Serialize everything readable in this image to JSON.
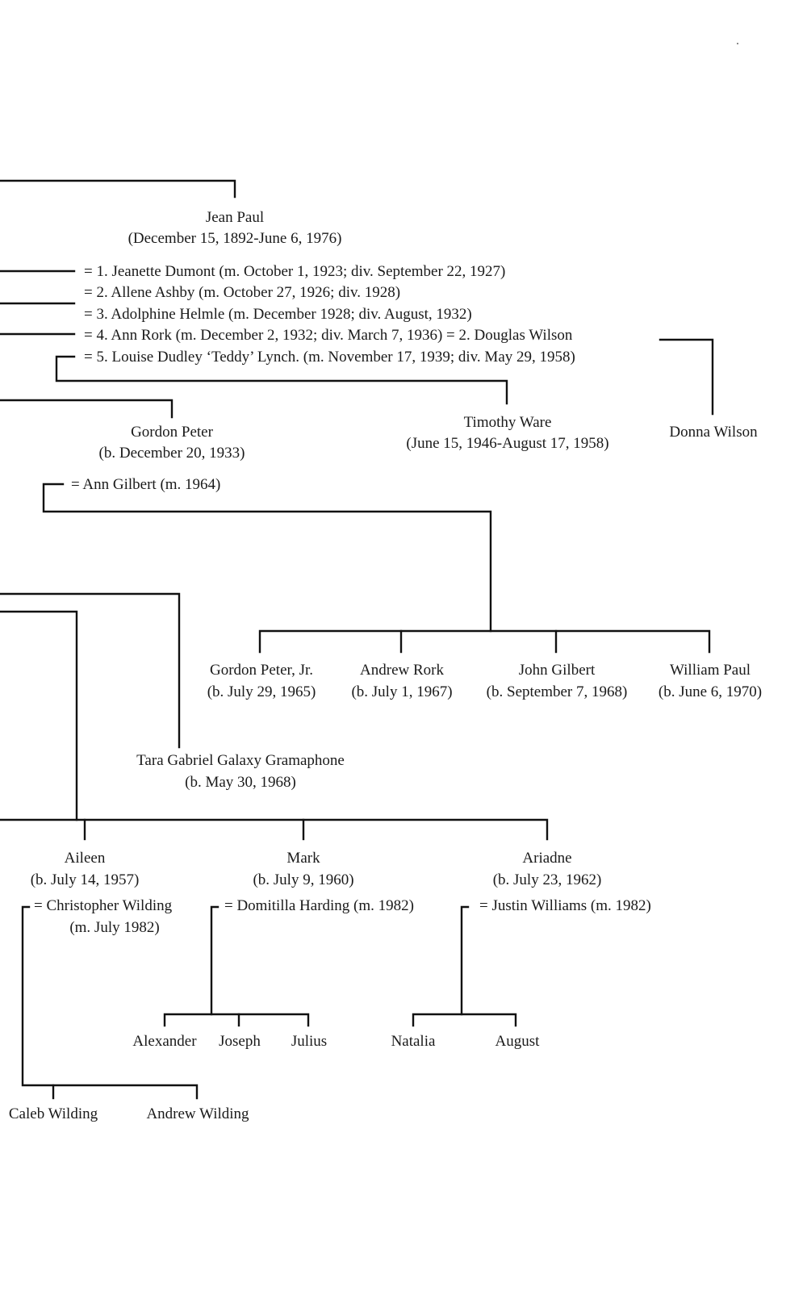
{
  "diagram_title": "",
  "jean_paul": {
    "name": "Jean Paul",
    "dates": "(December 15, 1892-June 6, 1976)",
    "marriages": [
      "= 1. Jeanette Dumont (m. October 1, 1923; div. September 22, 1927)",
      "= 2. Allene Ashby (m. October 27, 1926; div. 1928)",
      "= 3. Adolphine Helmle (m. December 1928; div. August, 1932)",
      "= 4. Ann Rork (m. December 2, 1932; div. March 7, 1936) = 2. Douglas Wilson",
      "= 5. Louise Dudley ‘Teddy’ Lynch. (m. November 17, 1939; div. May 29, 1958)"
    ]
  },
  "gordon_peter": {
    "name": "Gordon Peter",
    "dates": "(b. December 20, 1933)",
    "marriage": "= Ann Gilbert (m. 1964)",
    "children": [
      {
        "name": "Gordon Peter, Jr.",
        "dates": "(b. July 29, 1965)"
      },
      {
        "name": "Andrew Rork",
        "dates": "(b. July 1, 1967)"
      },
      {
        "name": "John Gilbert",
        "dates": "(b. September 7, 1968)"
      },
      {
        "name": "William Paul",
        "dates": "(b. June 6, 1970)"
      }
    ]
  },
  "timothy_ware": {
    "name": "Timothy Ware",
    "dates": "(June 15, 1946-August 17, 1958)"
  },
  "donna_wilson": {
    "name": "Donna Wilson"
  },
  "tara": {
    "name": "Tara Gabriel Galaxy Gramaphone",
    "dates": "(b. May 30, 1968)"
  },
  "third_gen": {
    "aileen": {
      "name": "Aileen",
      "dates": "(b. July 14, 1957)",
      "marriage": "= Christopher Wilding",
      "marriage_date": "(m. July 1982)",
      "children": [
        "Caleb Wilding",
        "Andrew Wilding"
      ]
    },
    "mark": {
      "name": "Mark",
      "dates": "(b. July 9, 1960)",
      "marriage": "= Domitilla Harding (m. 1982)",
      "children": [
        "Alexander",
        "Joseph",
        "Julius"
      ]
    },
    "ariadne": {
      "name": "Ariadne",
      "dates": "(b. July 23, 1962)",
      "marriage": "= Justin Williams (m. 1982)",
      "children": [
        "Natalia",
        "August"
      ]
    }
  }
}
